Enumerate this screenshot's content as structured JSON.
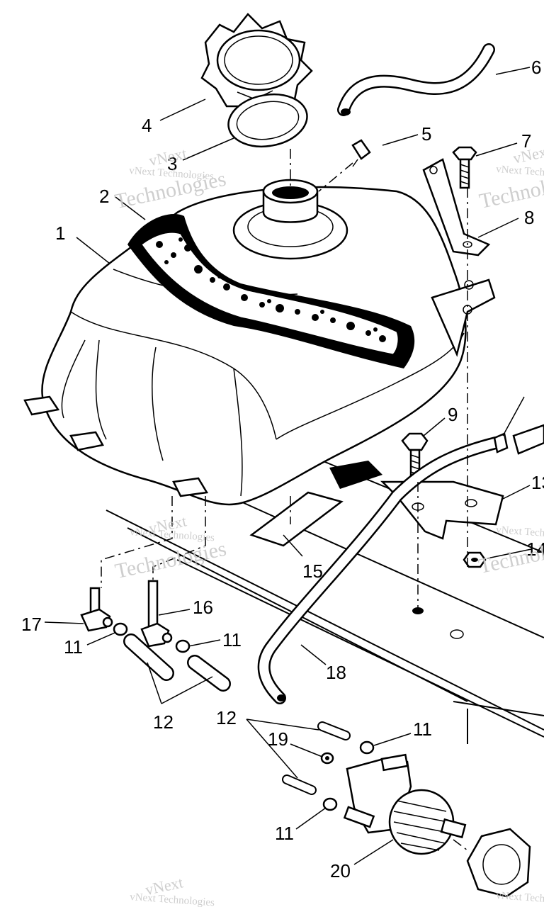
{
  "diagram": {
    "callouts": [
      "1",
      "2",
      "3",
      "4",
      "5",
      "6",
      "7",
      "8",
      "9",
      "11",
      "11",
      "11",
      "11",
      "12",
      "12",
      "13",
      "14",
      "15",
      "16",
      "17",
      "18",
      "19",
      "20"
    ],
    "watermark": {
      "company": "vNext Technologies",
      "line1": "vNext",
      "line2": "Technologies"
    }
  }
}
